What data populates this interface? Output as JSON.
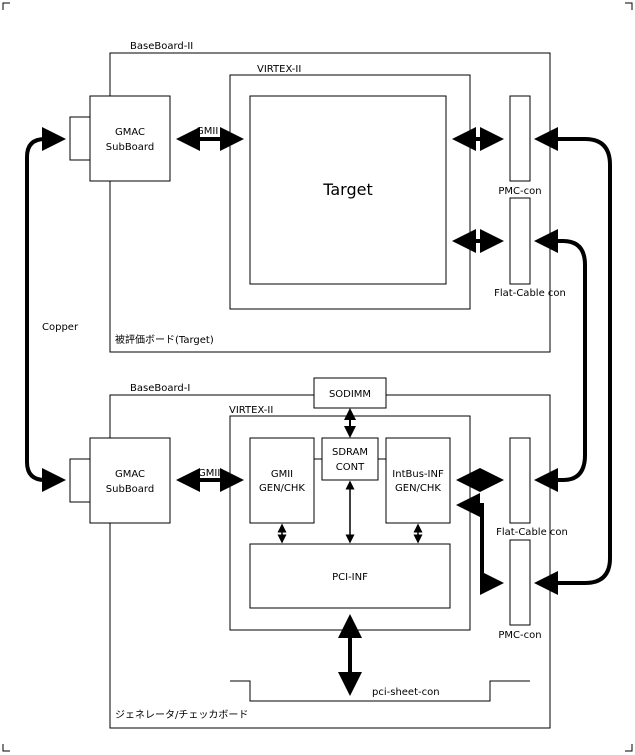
{
  "diagram": {
    "top_board": {
      "name": "BaseBoard-II",
      "caption": "被評価ボード(Target)",
      "fpga": "VIRTEX-II",
      "target": "Target",
      "gmac": [
        "GMAC",
        "SubBoard"
      ],
      "gmii": "GMII",
      "pmc_con": "PMC-con",
      "flat_con": "Flat-Cable con"
    },
    "bottom_board": {
      "name": "BaseBoard-I",
      "caption": "ジェネレータ/チェッカボード",
      "fpga": "VIRTEX-II",
      "sodimm": "SODIMM",
      "sdram": [
        "SDRAM",
        "CONT"
      ],
      "gmii_gen": [
        "GMII",
        "GEN/CHK"
      ],
      "intbus": [
        "IntBus-INF",
        "GEN/CHK"
      ],
      "pci_inf": "PCI-INF",
      "pci_sheet": "pci-sheet-con",
      "gmac": [
        "GMAC",
        "SubBoard"
      ],
      "gmii": "GMII",
      "pmc_con": "PMC-con",
      "flat_con": "Flat-Cable con"
    },
    "copper_label": "Copper"
  }
}
